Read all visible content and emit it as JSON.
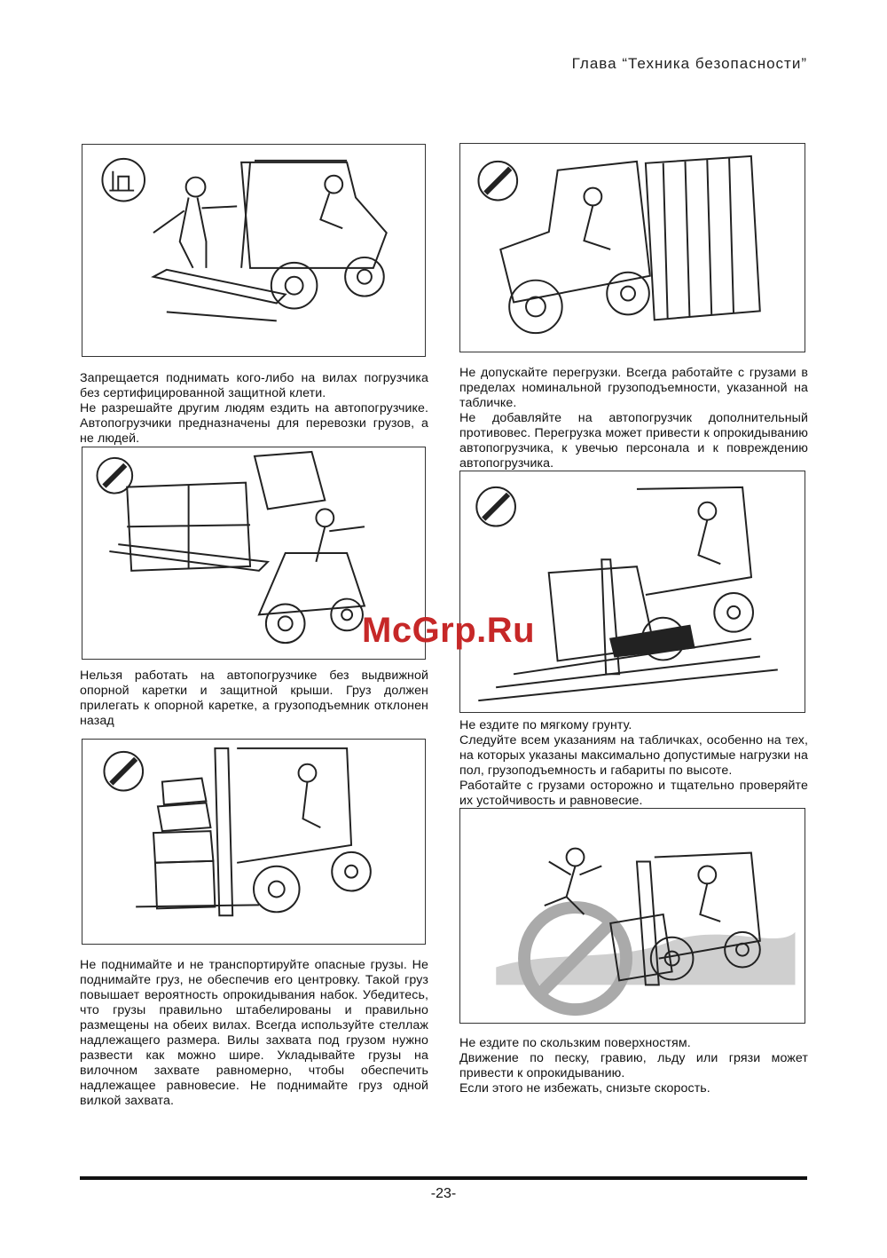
{
  "header": {
    "chapter": "Глава “Техника безопасности”"
  },
  "left": {
    "p1": [
      "Запрещается поднимать кого-либо на вилах погрузчика без сертифицированной защитной клети.",
      "Не разрешайте другим людям ездить на автопогрузчике. Автопогрузчики предназначены для перевозки грузов, а не людей."
    ],
    "p2": [
      "Нельзя работать на автопогрузчике без выдвижной опорной каретки и защитной крыши. Груз должен прилегать к опорной каретке, а грузоподъемник отклонен назад"
    ],
    "p3": [
      "Не поднимайте и не транспортируйте опасные грузы. Не поднимайте груз, не обеспечив его центровку. Такой груз повышает вероятность опрокидывания набок. Убедитесь, что грузы правильно штабелированы и правильно размещены на обеих вилах. Всегда используйте стеллаж надлежащего размера. Вилы захвата под грузом нужно развести как можно шире. Укладывайте грузы на вилочном захвате равномерно, чтобы обеспечить надлежащее равновесие. Не поднимайте груз одной вилкой захвата."
    ]
  },
  "right": {
    "p1": [
      "Не допускайте перегрузки. Всегда работайте с грузами в пределах номинальной грузоподъемности, указанной на табличке.",
      "Не добавляйте на автопогрузчик дополнительный противовес. Перегрузка может привести к опрокидыванию автопогрузчика, к увечью персонала и к повреждению автопогрузчика."
    ],
    "p2": [
      "Не ездите по мягкому грунту.",
      "Следуйте всем указаниям на табличках, особенно на тех, на которых указаны максимально допустимые нагрузки на пол, грузоподъемность и габариты по высоте.",
      "Работайте с грузами осторожно и тщательно проверяйте их устойчивость и равновесие."
    ],
    "p3": [
      "Не ездите по скользким поверхностям.",
      "Движение по песку, гравию, льду или грязи может привести к опрокидыванию.",
      "Если этого не избежать, снизьте скорость."
    ]
  },
  "watermark": "McGrp.Ru",
  "footer": {
    "page": "-23-"
  },
  "colors": {
    "watermark": "#c62828",
    "rule": "#111111"
  }
}
